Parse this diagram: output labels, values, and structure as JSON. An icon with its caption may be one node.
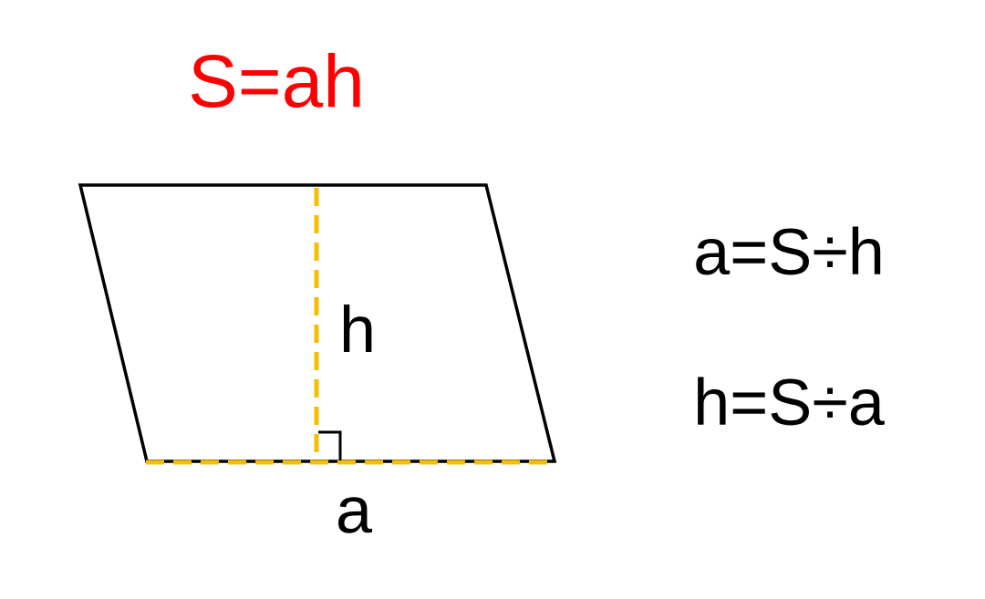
{
  "diagram": {
    "title": "S=ah",
    "labels": [
      "h",
      "a",
      "a=S÷h",
      "h=S÷a"
    ]
  }
}
